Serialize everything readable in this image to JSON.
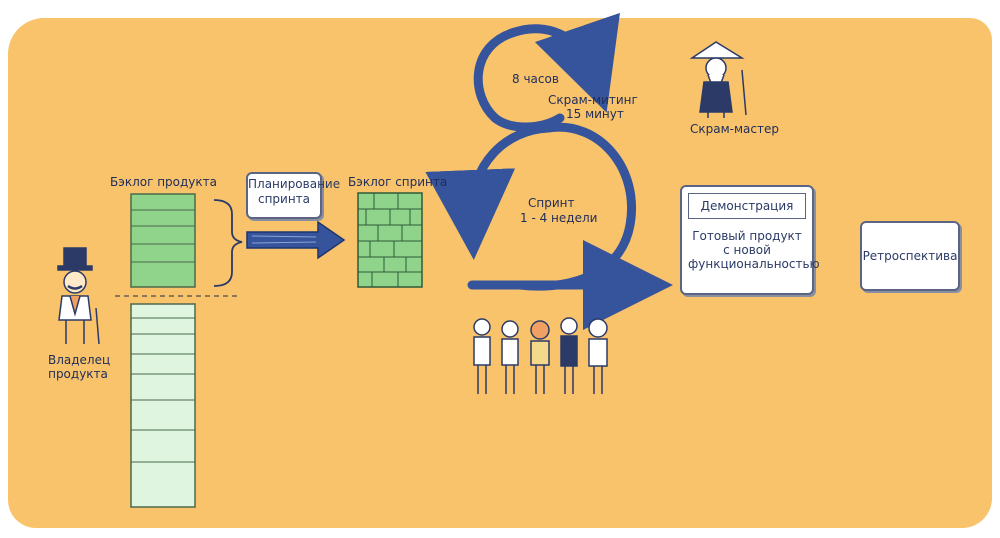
{
  "labels": {
    "product_backlog": "Бэклог продукта",
    "sprint_planning": "Планирование спринта",
    "sprint_backlog": "Бэклог спринта",
    "product_owner": "Владелец продукта",
    "hours": "8 часов",
    "scrum_meeting": "Скрам-митинг",
    "minutes": "15 минут",
    "scrum_master": "Скрам-мастер",
    "sprint": "Спринт",
    "weeks": "1 - 4 недели",
    "demo": "Демонстрация",
    "done_product": "Готовый продукт с новой функциональностью",
    "retrospective": "Ретроспектива"
  },
  "colors": {
    "background": "#f8c36b",
    "backlog_green": "#8fd48a",
    "backlog_light": "#dff5df",
    "arrow_blue": "#35549c"
  },
  "icons": [
    "product-owner-figure",
    "scrum-master-figure",
    "team-figures",
    "sprint-cycle-arrow",
    "planning-arrow"
  ]
}
